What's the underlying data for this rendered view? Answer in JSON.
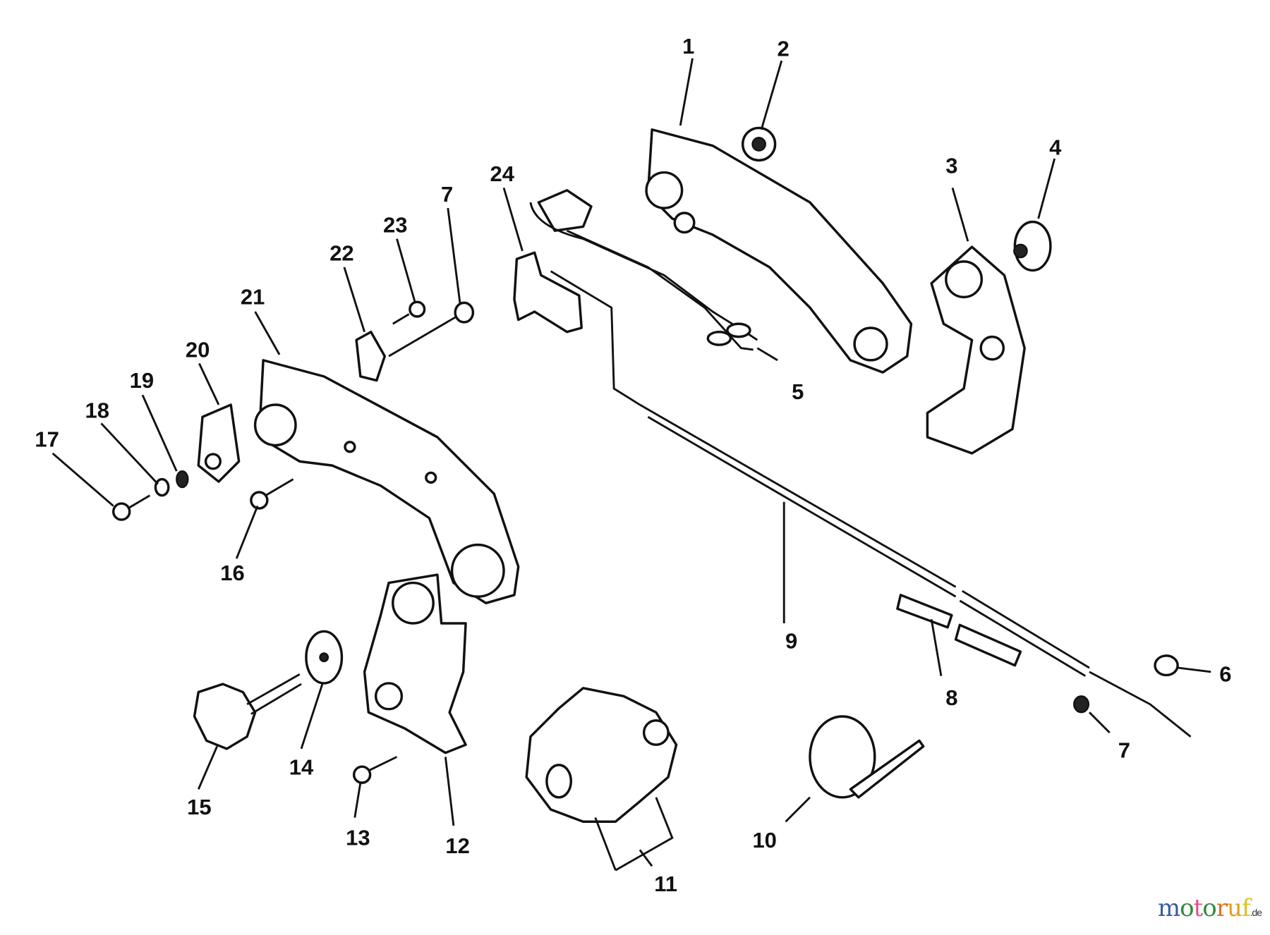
{
  "diagram": {
    "callouts": [
      "1",
      "2",
      "3",
      "4",
      "5",
      "6",
      "7",
      "8",
      "9",
      "10",
      "11",
      "12",
      "13",
      "14",
      "15",
      "16",
      "17",
      "18",
      "19",
      "20",
      "21",
      "22",
      "23",
      "24",
      "7"
    ]
  },
  "logo": {
    "text": "motoruf",
    "suffix": ".de",
    "colors": [
      "#3a5aa8",
      "#2e8b3a",
      "#e0508a",
      "#2e8b3a",
      "#e07020",
      "#e0a020",
      "#e0c020"
    ]
  }
}
